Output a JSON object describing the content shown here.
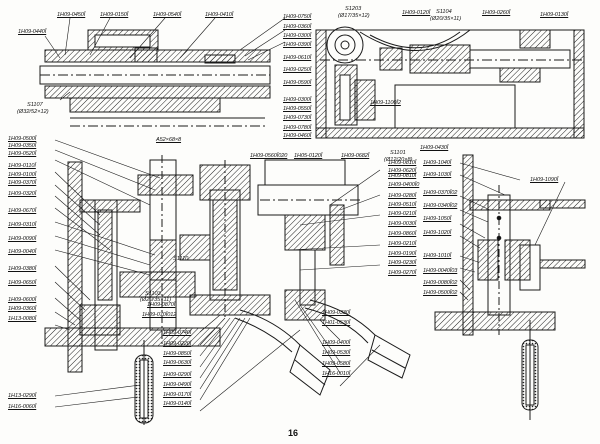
{
  "page_number": "16",
  "callouts": {
    "top_left": [
      "1H09-0450Ĭ",
      "1H09-0150Ĭ",
      "1H09-0540Ĭ",
      "1H09-0410Ĭ",
      "1H09-0440Ĭ"
    ],
    "top_middle": [
      "1H09-0750Ĭ",
      "1H09-0360Ĭ",
      "1H09-0300Ĭ",
      "1H09-0390Ĭ",
      "1H09-0610Ĭ",
      "1H09-0250Ĭ",
      "1H09-0590Ĭ",
      "1H09-0300Ĭ",
      "1H09-0550Ĭ",
      "1H09-0730Ĭ",
      "1H09-0780Ĭ",
      "1H09-0460Ĭ"
    ],
    "top_right": [
      "1H09-0120Ĭ",
      "1H09-0260Ĭ",
      "1H09-0130Ĭ",
      "1H09-1100Ĭ2",
      "1H09-0430Ĭ"
    ],
    "standards": [
      {
        "code": "S1107",
        "spec": "(Ø32/52×12)"
      },
      {
        "code": "S1203",
        "spec": "(Ø17/35×12)"
      },
      {
        "code": "S1104",
        "spec": "(Ø20/35×11)"
      },
      {
        "code": "S1101",
        "spec": "(Ø12/20×8)"
      },
      {
        "code": "S1103",
        "spec": "(Ø20/35×11)"
      },
      {
        "code": "S1110",
        "spec": ""
      }
    ],
    "key": "A52×68×8",
    "middle_header": [
      "1H09-0560Ĭ020",
      "1H05-0120Ĭ",
      "1H09-0682Ĭ"
    ],
    "left_column": [
      "1H09-0500Ĭ",
      "1H09-0350Ĭ",
      "1H09-0520Ĭ",
      "1H09-0110Ĭ",
      "1H09-0100Ĭ",
      "1H09-0370Ĭ",
      "1H09-0320Ĭ",
      "1H09-0670Ĭ",
      "1H09-0310Ĭ",
      "1H09-0090Ĭ",
      "1H09-0040Ĭ",
      "1H09-0380Ĭ",
      "1H09-0650Ĭ",
      "1H09-0600Ĭ",
      "1H09-0360Ĭ",
      "1H13-0080Ĭ",
      "1H13-0290Ĭ",
      "1H16-0060Ĭ"
    ],
    "bottom_center_left": [
      "1H09-0870Ĭ",
      "1H09-070Ĭ012",
      "1H09-0740Ĭ",
      "1H09-0220Ĭ",
      "1H09-0850Ĭ",
      "1H09-0630Ĭ",
      "1H09-0290Ĭ",
      "1H09-0490Ĭ",
      "1H09-0170Ĭ",
      "1H09-0140Ĭ"
    ],
    "center_column": [
      "1H09-0810Ĭ",
      "1H09-0620Ĭ",
      "1H09-0810Ĭ",
      "1H09-0400Ĭ0",
      "1H09-0280Ĭ",
      "1H09-0510Ĭ",
      "1H09-0210Ĭ",
      "1H09-0030Ĭ",
      "1H09-0860Ĭ",
      "1H09-0210Ĭ",
      "1H09-0190Ĭ",
      "1H09-0230Ĭ",
      "1H09-0270Ĭ"
    ],
    "bottom_center": [
      "1H09-0330Ĭ",
      "1H01-0530Ĭ",
      "1H09-0400Ĭ",
      "1H09-0530Ĭ",
      "1H09-0580Ĭ",
      "1H16-0010Ĭ"
    ],
    "right_column": [
      "1H09-1040Ĭ",
      "1H09-1030Ĭ",
      "1H09-1090Ĭ",
      "1H09-0370Ĭ02",
      "1H09-0340Ĭ02",
      "1H09-1050Ĭ",
      "1H09-1020Ĭ",
      "1H09-1010Ĭ",
      "1H09-0040Ĭ03",
      "1H09-0080Ĭ02",
      "1H09-0500Ĭ02"
    ]
  }
}
